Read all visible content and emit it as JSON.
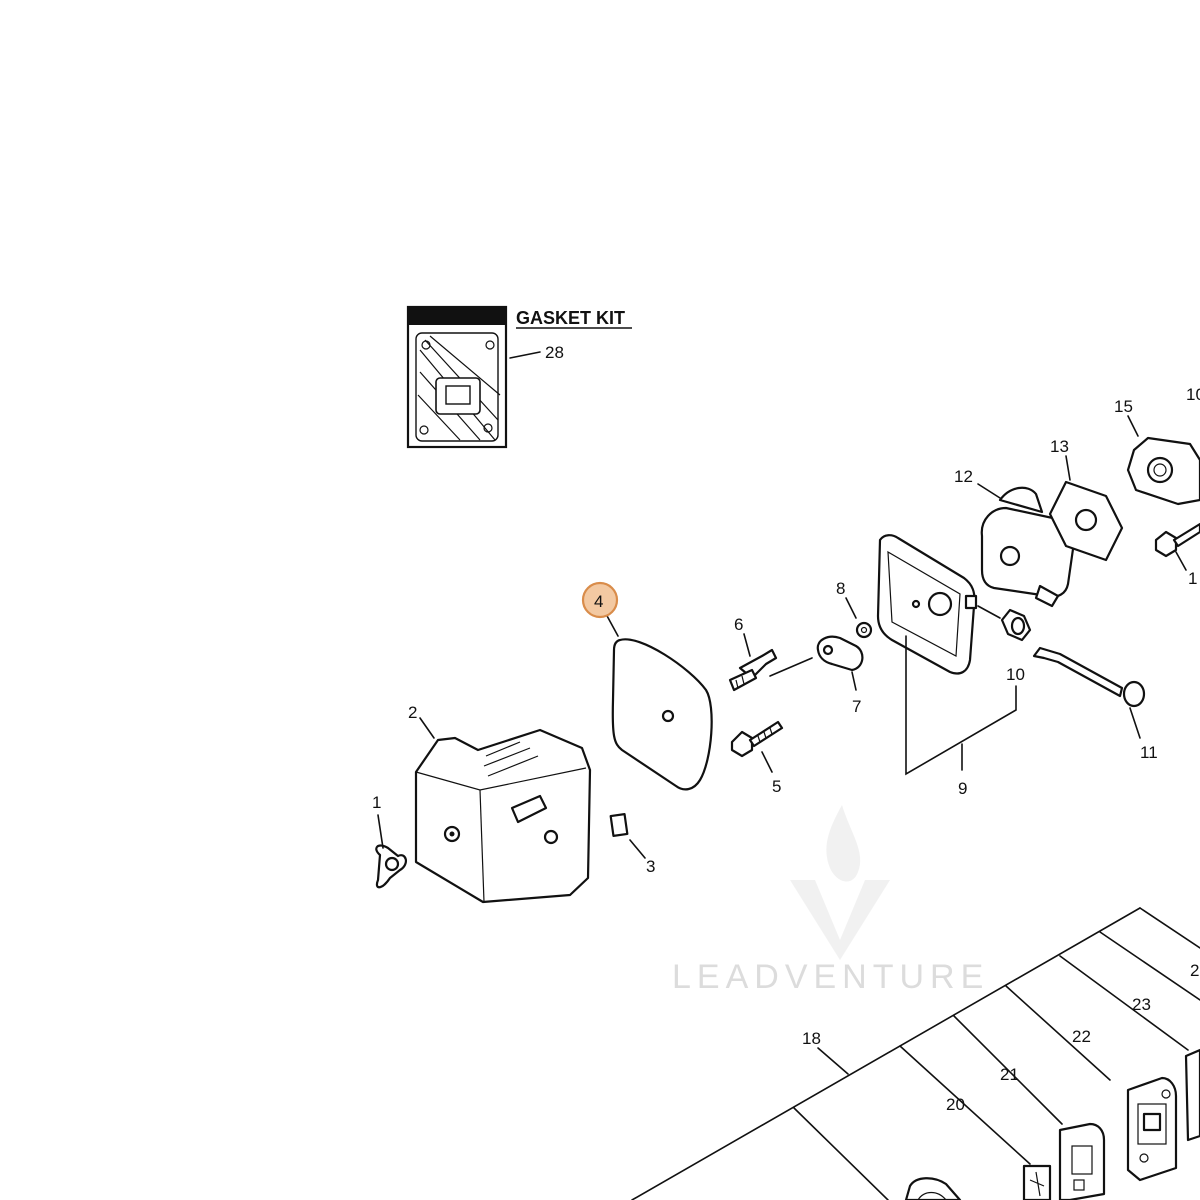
{
  "gasket_kit": {
    "title": "GASKET KIT",
    "callout": "28"
  },
  "callouts": [
    "1",
    "2",
    "3",
    "4",
    "5",
    "6",
    "7",
    "8",
    "9",
    "10",
    "11",
    "12",
    "13",
    "15",
    "18",
    "20",
    "21",
    "22",
    "23"
  ],
  "partial_callouts": [
    "10",
    "1",
    "2"
  ],
  "selected_callout": "4",
  "watermark": {
    "text": "LEADVENTURE"
  },
  "colors": {
    "highlight_fill": "#f3c9a2",
    "highlight_stroke": "#d98c4a",
    "line": "#111111",
    "watermark": "#dcdcdc"
  }
}
